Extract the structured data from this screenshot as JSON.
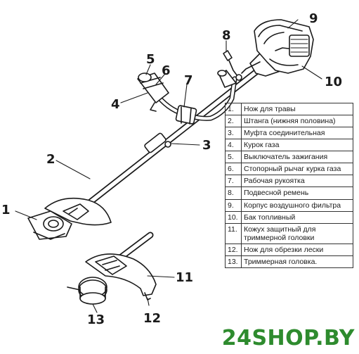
{
  "callouts": [
    "1",
    "2",
    "3",
    "4",
    "5",
    "6",
    "7",
    "8",
    "9",
    "10",
    "11",
    "12",
    "13"
  ],
  "legend": [
    {
      "num": "1.",
      "label": "Нож для травы"
    },
    {
      "num": "2.",
      "label": "Штанга (нижняя половина)"
    },
    {
      "num": "3.",
      "label": "Муфта соединительная"
    },
    {
      "num": "4.",
      "label": "Курок газа"
    },
    {
      "num": "5.",
      "label": "Выключатель зажигания"
    },
    {
      "num": "6.",
      "label": "Стопорный рычаг курка газа"
    },
    {
      "num": "7.",
      "label": "Рабочая рукоятка"
    },
    {
      "num": "8.",
      "label": "Подвесной ремень"
    },
    {
      "num": "9.",
      "label": "Корпус воздушного фильтра"
    },
    {
      "num": "10.",
      "label": "Бак топливный"
    },
    {
      "num": "11.",
      "label": "Кожух защитный для триммерной головки"
    },
    {
      "num": "12.",
      "label": "Нож для обрезки лески"
    },
    {
      "num": "13.",
      "label": "Триммерная головка."
    }
  ],
  "brand": "24SHOP.BY",
  "colors": {
    "brand": "#2e8b2e",
    "line": "#1a1a1a"
  }
}
